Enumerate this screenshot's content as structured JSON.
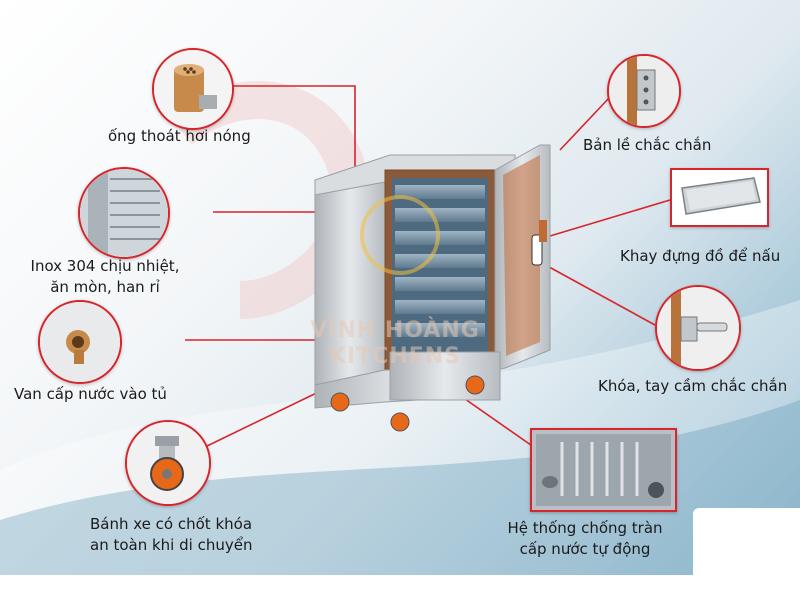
{
  "callouts": {
    "steam_pipe": {
      "label": "ống thoát hơi nóng"
    },
    "stainless": {
      "label_line1": "Inox 304 chịu nhiệt,",
      "label_line2": "ăn mòn, han rỉ"
    },
    "water_valve": {
      "label": "Van cấp nước vào tủ"
    },
    "wheel": {
      "label_line1": "Bánh xe có chốt khóa",
      "label_line2": "an toàn khi di chuyển"
    },
    "hinge": {
      "label": "Bản lề chắc chắn"
    },
    "tray": {
      "label": "Khay đựng đồ để nấu"
    },
    "lock": {
      "label": "Khóa, tay cầm chắc chắn"
    },
    "overflow": {
      "label_line1": "Hệ thống chống tràn",
      "label_line2": "cấp nước tự động"
    }
  },
  "watermark": {
    "line1": "VĨNH HOÀNG",
    "line2": "KITCHENS"
  },
  "colors": {
    "accent": "#d8242b",
    "steel": "#c8ccd0",
    "copper": "#b8733a"
  }
}
